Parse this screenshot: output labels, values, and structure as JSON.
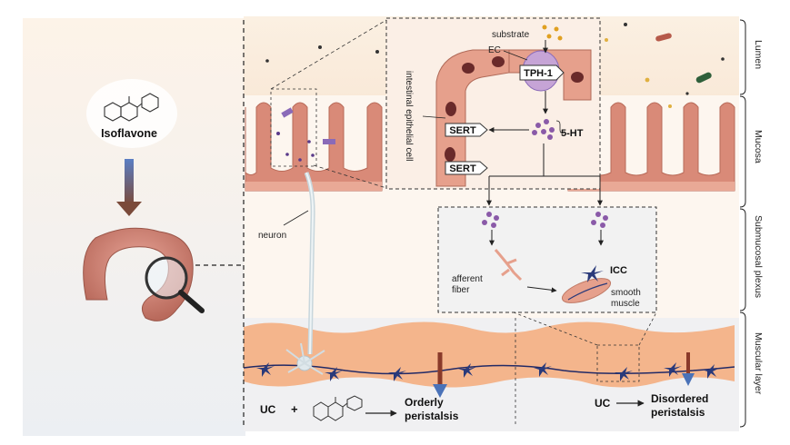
{
  "compound": {
    "name": "Isoflavone"
  },
  "layers": {
    "lumen": "Lumen",
    "mucosa": "Mucosa",
    "submucosal": "Submucosal plexus",
    "muscular": "Muscular layer"
  },
  "epithelium_inset": {
    "substrate": "substrate",
    "ec": "EC",
    "enzyme": "TPH-1",
    "serotonin": "5-HT",
    "transporter_1": "SERT",
    "transporter_2": "SERT",
    "cell_label": "intestinal epithelial cell"
  },
  "plexus_inset": {
    "afferent_1": "afferent",
    "afferent_2": "fiber",
    "icc": "ICC",
    "smooth_1": "smooth",
    "smooth_2": "muscle"
  },
  "neuron": "neuron",
  "outcomes": {
    "left_condition": "UC",
    "plus": "+",
    "left_result_1": "Orderly",
    "left_result_2": "peristalsis",
    "right_condition": "UC",
    "right_result_1": "Disordered",
    "right_result_2": "peristalsis"
  },
  "colors": {
    "lumen_bg": "#fbeedd",
    "mucosa_villi": "#d98a78",
    "mucosa_inner": "#f2c6b4",
    "muscle_band": "#f4b58c",
    "serotonin": "#8a5aa8",
    "enzyme": "#c6a4d6",
    "arrow_blue": "#4a72b8",
    "arrow_brown": "#8a3a2a"
  }
}
